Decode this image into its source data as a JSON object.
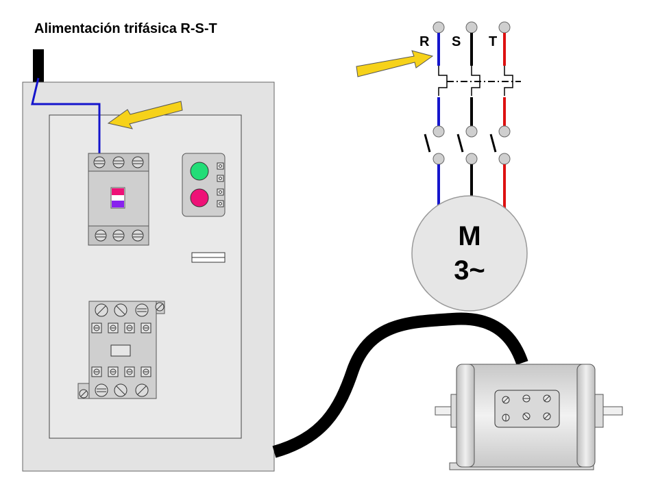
{
  "title": "Alimentación trifásica R-S-T",
  "phases": [
    {
      "label": "R",
      "color": "#1515cc"
    },
    {
      "label": "S",
      "color": "#000000"
    },
    {
      "label": "T",
      "color": "#dd1111"
    }
  ],
  "motor_symbol": {
    "line1": "M",
    "line2": "3~"
  },
  "colors": {
    "panel_outer": "#e3e3e3",
    "panel_inner": "#e9e9e9",
    "device_body": "#cfcfcf",
    "arrow_fill": "#f6d21a",
    "button_start": "#22dd77",
    "button_stop": "#ee1177",
    "motor_circle": "#e6e6e6",
    "cable": "#000000"
  }
}
